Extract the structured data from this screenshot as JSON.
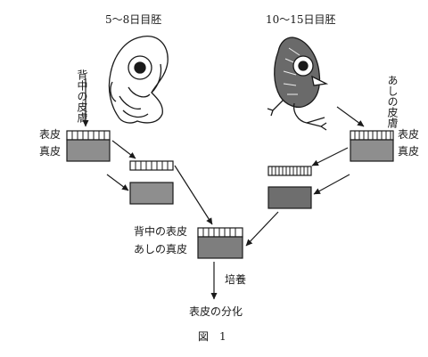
{
  "labels": {
    "left_stage": "5～8日目胚",
    "right_stage": "10～15日目胚",
    "back_skin": "背中の皮膚",
    "leg_skin": "あしの皮膚",
    "epidermis_left": "表皮",
    "dermis_left": "真皮",
    "epidermis_right": "表皮",
    "dermis_right": "真皮",
    "combined_epidermis": "背中の表皮",
    "combined_dermis": "あしの真皮",
    "culture": "培養",
    "result": "表皮の分化",
    "caption": "図　1"
  },
  "colors": {
    "ink": "#1a1a1a",
    "dermis_fill": "#8e8e8e",
    "epidermis_fill": "#ffffff"
  }
}
